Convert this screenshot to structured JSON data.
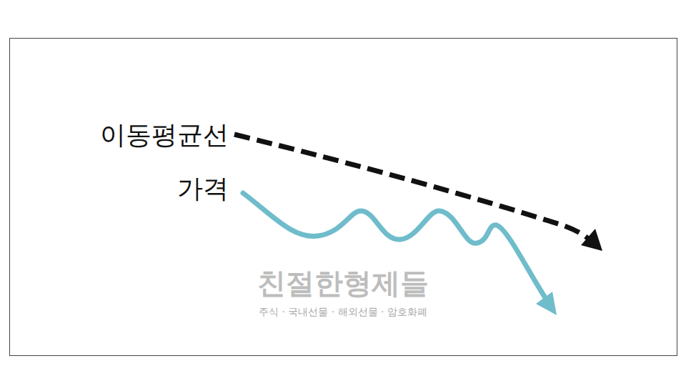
{
  "diagram": {
    "labels": [
      "이동평균선",
      "가격",
      "친절한형제들",
      "주식 · 국내선물 · 해외선물 · 암호화폐"
    ]
  }
}
